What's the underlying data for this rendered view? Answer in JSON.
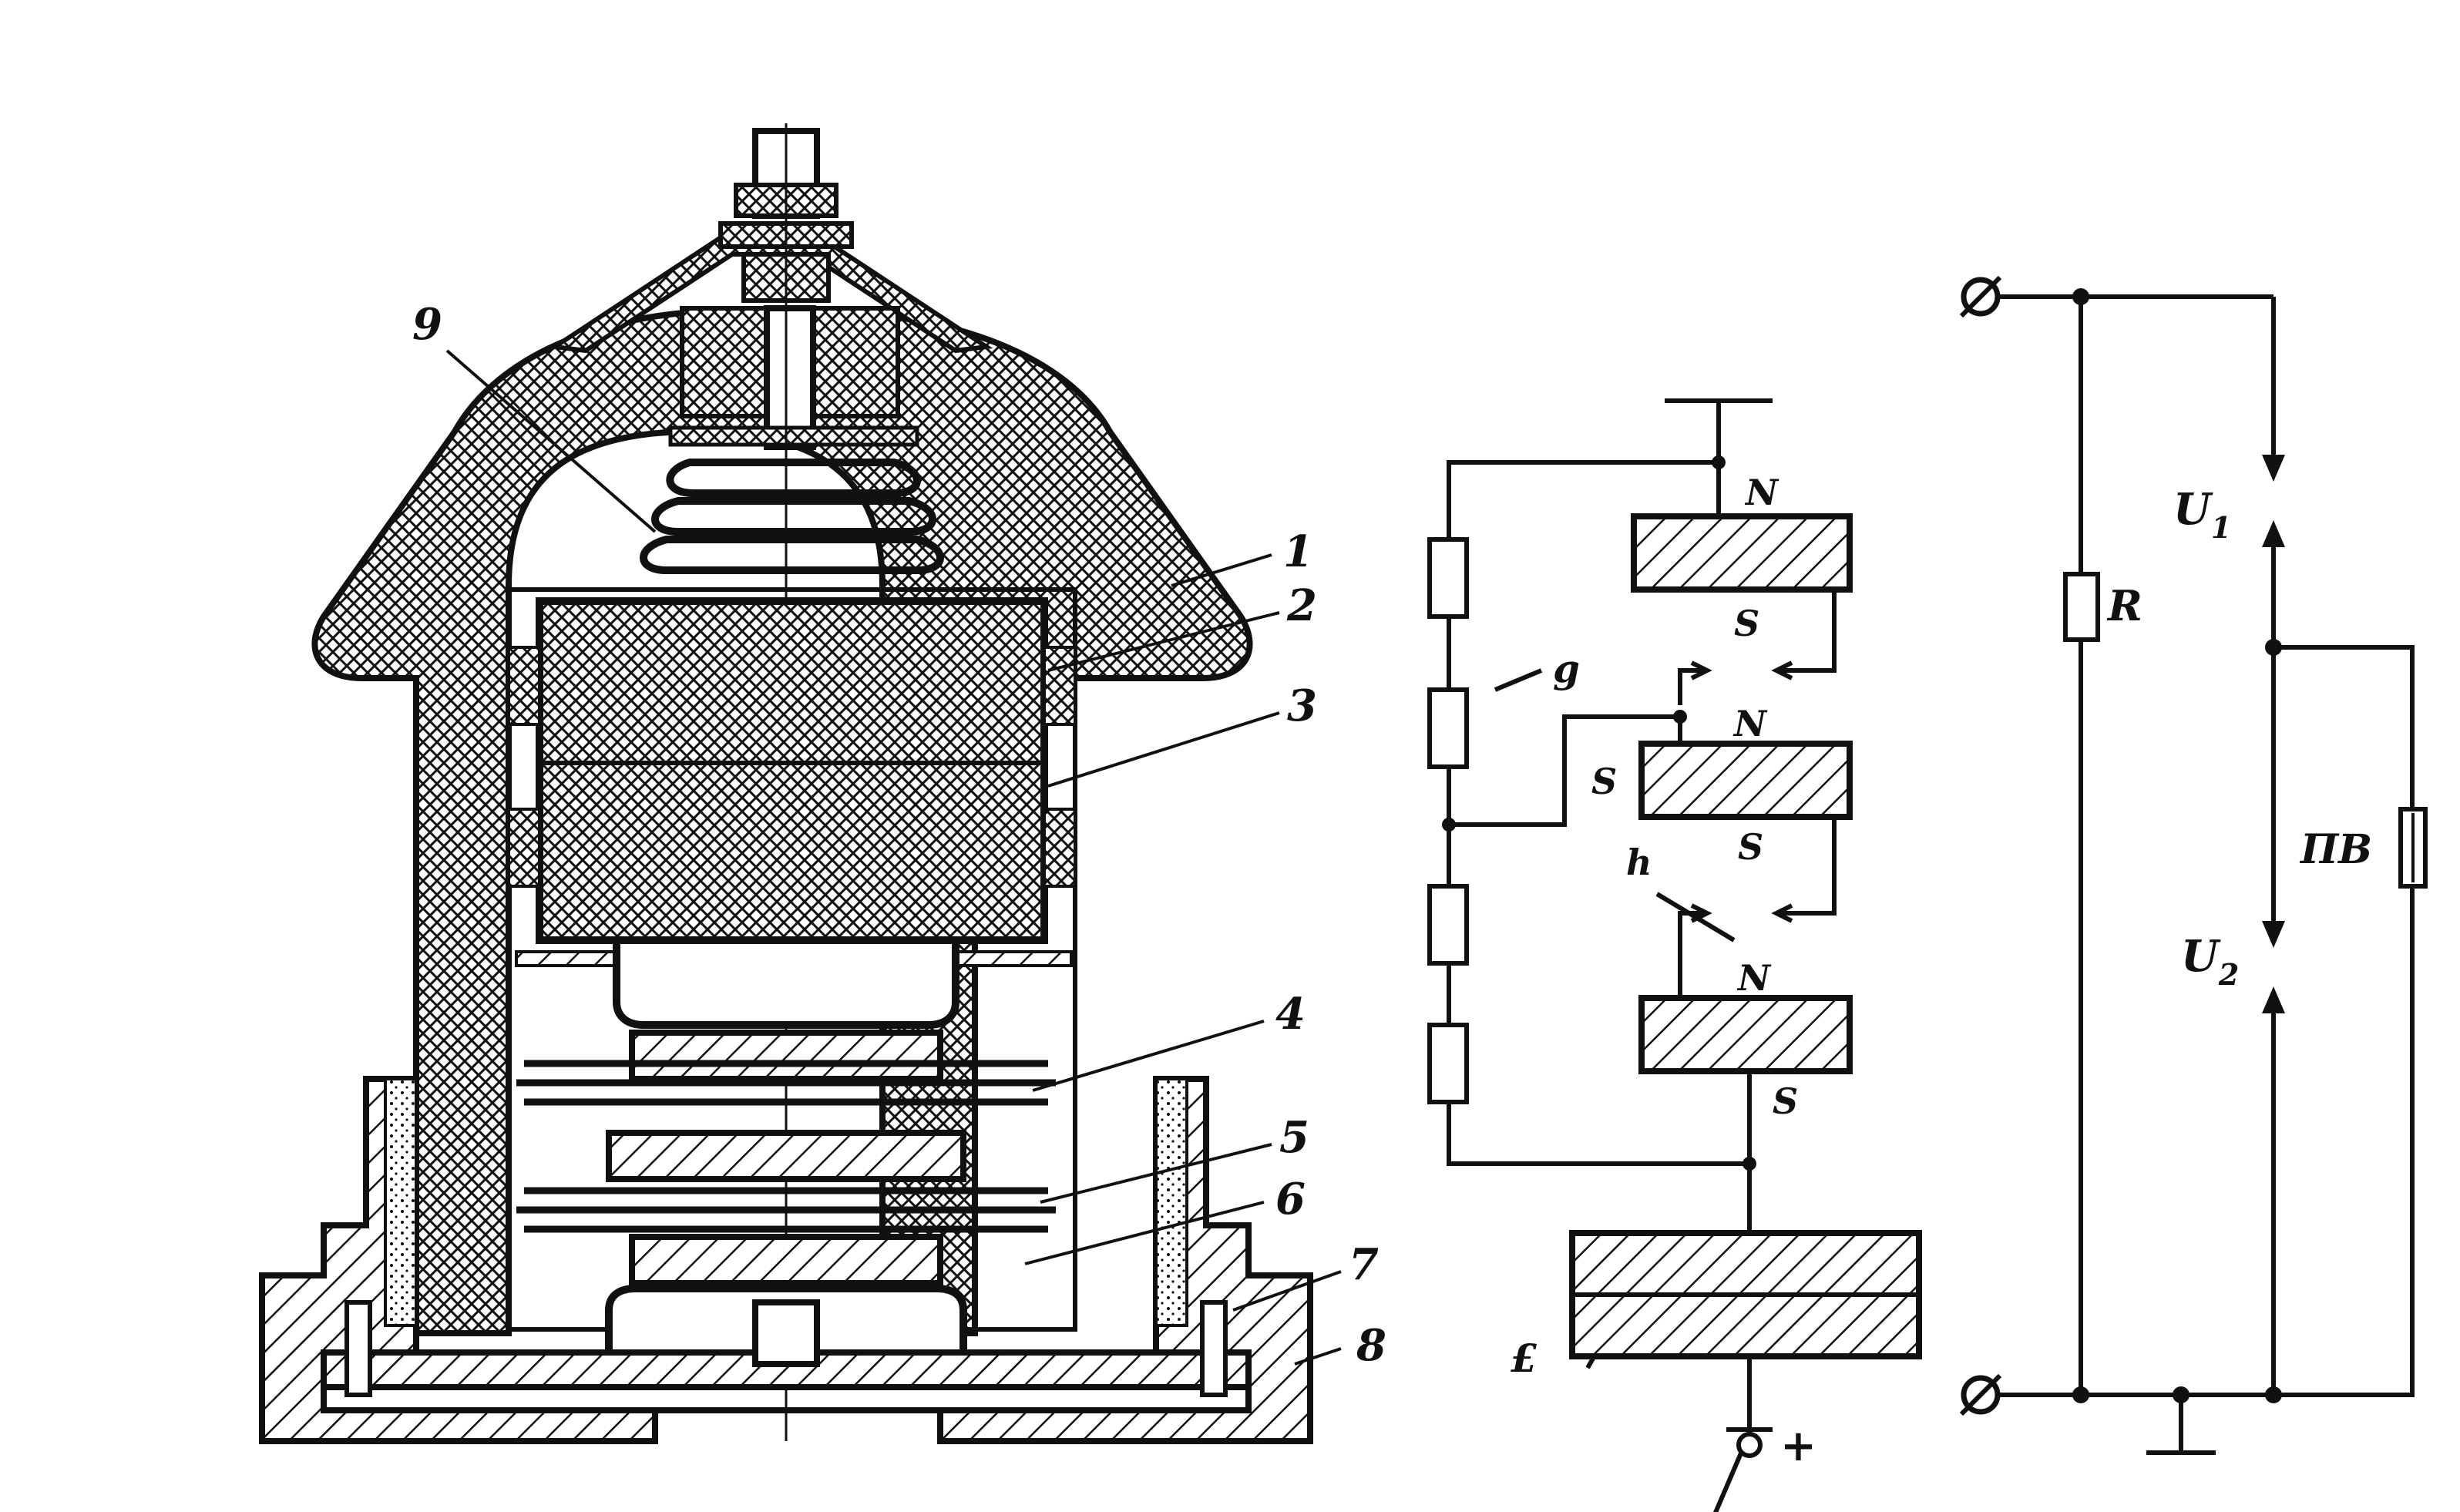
{
  "colors": {
    "ink": "#111111",
    "paper": "#ffffff"
  },
  "labels": {
    "part_1": "1",
    "part_2": "2",
    "part_3": "3",
    "part_4": "4",
    "part_5": "5",
    "part_6": "6",
    "part_7": "7",
    "part_8": "8",
    "part_9": "9"
  },
  "mid_circuit": {
    "pole_n_top": "N",
    "pole_s_top": "S",
    "pole_n_mid": "N",
    "pole_s_mid_left": "S",
    "pole_s_mid_right": "S",
    "pole_n_bot": "N",
    "pole_s_bot": "S",
    "label_g": "g",
    "label_h": "h",
    "label_e": "£",
    "plus": "+"
  },
  "right_circuit": {
    "resistor": "R",
    "u1": "U",
    "u1_sub": "1",
    "u2": "U",
    "u2_sub": "2",
    "fuse": "ПВ"
  }
}
